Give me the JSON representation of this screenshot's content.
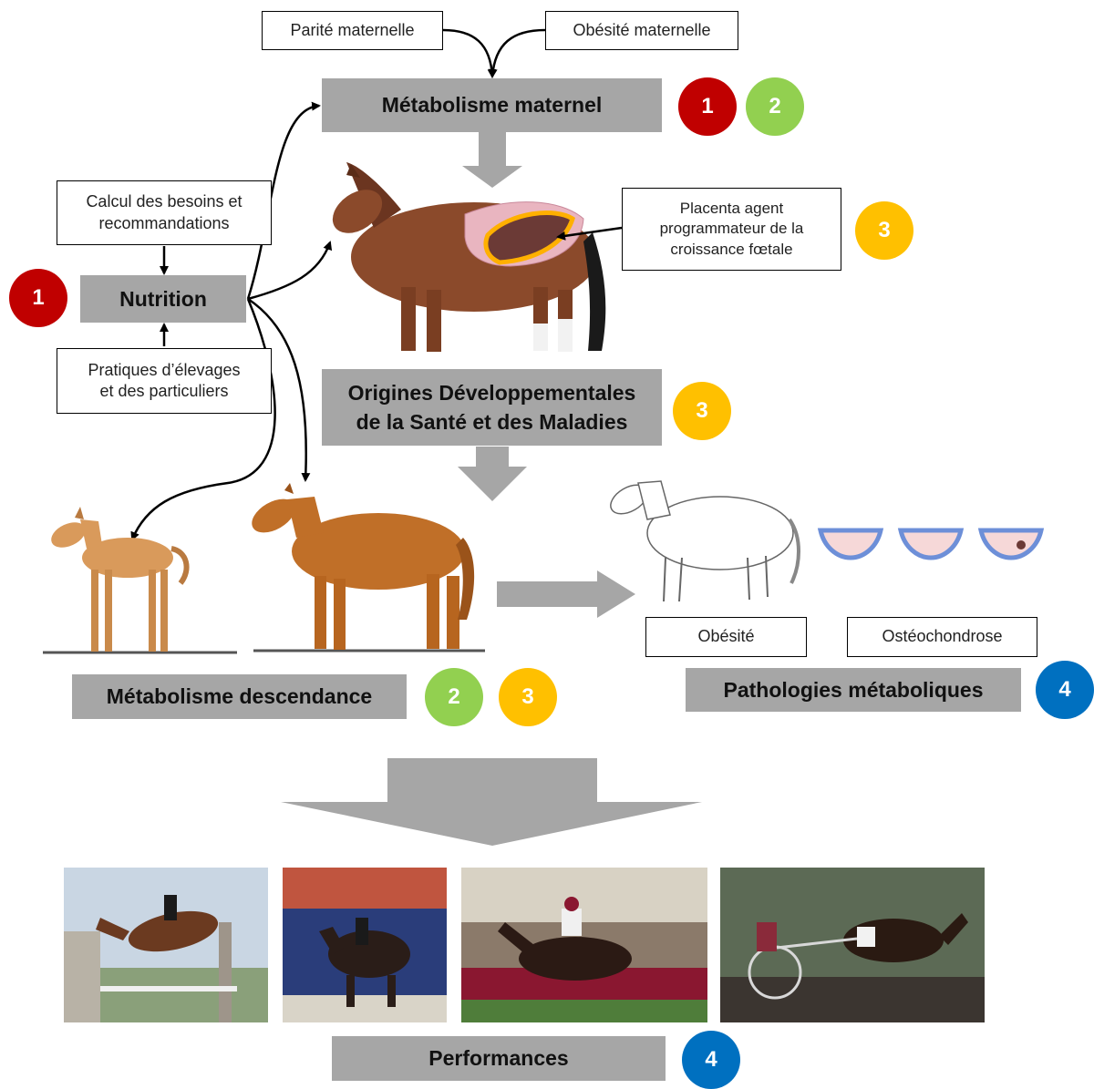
{
  "colors": {
    "gray_box": "#a6a6a6",
    "red": "#c00000",
    "green": "#92d050",
    "yellow": "#ffc000",
    "blue": "#0070c0",
    "placenta_outline": "#ffb000"
  },
  "boxes": {
    "parite": "Parité maternelle",
    "obesite_maternelle": "Obésité maternelle",
    "calcul": "Calcul des besoins et\nrecommandations",
    "pratiques": "Pratiques d’élevages\net des particuliers",
    "placenta": "Placenta agent\nprogrammateur de la\ncroissance fœtale",
    "obesite": "Obésité",
    "osteochondrose": "Ostéochondrose"
  },
  "labels": {
    "metabolisme_maternel": "Métabolisme maternel",
    "nutrition": "Nutrition",
    "origines": "Origines Développementales\nde la Santé et des Maladies",
    "metabolisme_descendance": "Métabolisme descendance",
    "pathologies": "Pathologies métaboliques",
    "performances": "Performances"
  },
  "badges": {
    "maternel_1": "1",
    "maternel_2": "2",
    "nutrition_1": "1",
    "placenta_3": "3",
    "origines_3": "3",
    "descendance_2": "2",
    "descendance_3": "3",
    "pathologies_4": "4",
    "performances_4": "4"
  },
  "photos": {
    "jumping": "show-jumping-photo",
    "dressage": "dressage-photo",
    "gallop": "gallop-race-photo",
    "trot": "trotting-race-photo"
  }
}
